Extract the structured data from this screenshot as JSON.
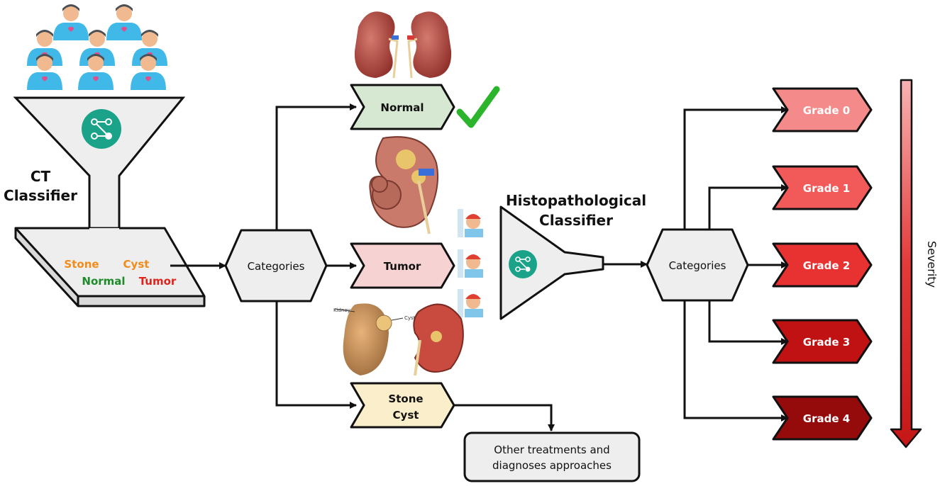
{
  "ct_classifier": {
    "line1": "CT",
    "line2": "Classifier"
  },
  "ct_outputs": {
    "stone": "Stone",
    "cyst": "Cyst",
    "normal": "Normal",
    "tumor": "Tumor"
  },
  "categories_left": "Categories",
  "categories_right": "Categories",
  "branches": {
    "normal": "Normal",
    "tumor": "Tumor",
    "stone_cyst_line1": "Stone",
    "stone_cyst_line2": "Cyst"
  },
  "other_treatments": {
    "line1": "Other treatments and",
    "line2": "diagnoses approaches"
  },
  "histo_classifier": {
    "line1": "Histopathological",
    "line2": "Classifier"
  },
  "kidney_labels": {
    "kidney": "Kidney",
    "cyst": "Cyst"
  },
  "grades": [
    {
      "label": "Grade 0",
      "color": "#f48a8a"
    },
    {
      "label": "Grade 1",
      "color": "#f25a5a"
    },
    {
      "label": "Grade 2",
      "color": "#e83232"
    },
    {
      "label": "Grade 3",
      "color": "#c01212"
    },
    {
      "label": "Grade 4",
      "color": "#950b0b"
    }
  ],
  "severity": "Severity",
  "colors": {
    "normal_box": "#d6e8d2",
    "tumor_box": "#f6d2d2",
    "stone_cyst_box": "#fbeecb",
    "patient_shirt": "#41b9e8",
    "node_icon": "#1aa389",
    "check": "#2cb52c",
    "stone_text": "#f08c1a",
    "cyst_text": "#f08c1a",
    "normal_text": "#1e8a2a",
    "tumor_text": "#e0241c"
  }
}
